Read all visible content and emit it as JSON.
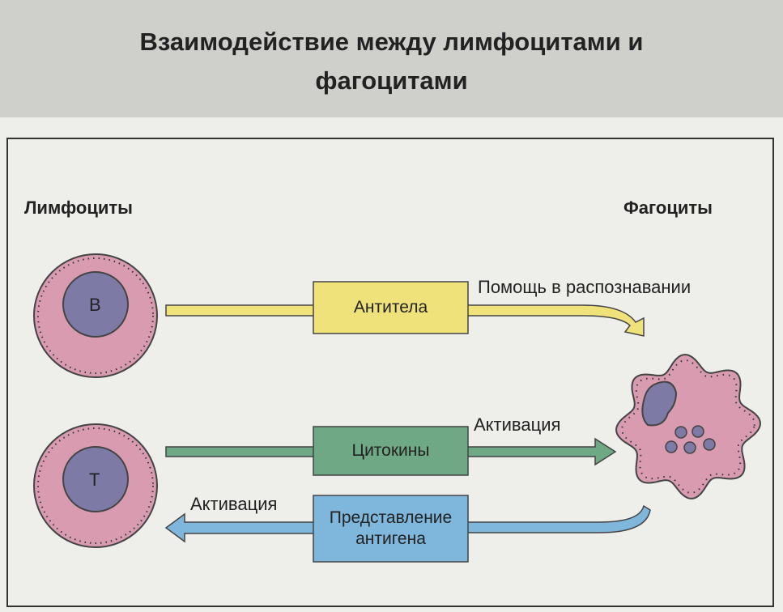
{
  "title": {
    "line1": "Взаимодействие между лимфоцитами и",
    "line2": "фагоцитами"
  },
  "labels": {
    "lymphocytes": "Лимфоциты",
    "phagocytes": "Фагоциты"
  },
  "cells": {
    "b": "B",
    "t": "T"
  },
  "flows": {
    "antibodies": {
      "box": "Антитела",
      "note": "Помощь в распознавании",
      "color": "#f0e27a"
    },
    "cytokines": {
      "box": "Цитокины",
      "note": "Активация",
      "color": "#6fa884"
    },
    "antigen": {
      "box_line1": "Представление",
      "box_line2": "антигена",
      "note": "Активация",
      "color": "#7fb6dc"
    }
  },
  "colors": {
    "cytoplasm": "#d99bb0",
    "nucleus": "#7d7aa6"
  }
}
